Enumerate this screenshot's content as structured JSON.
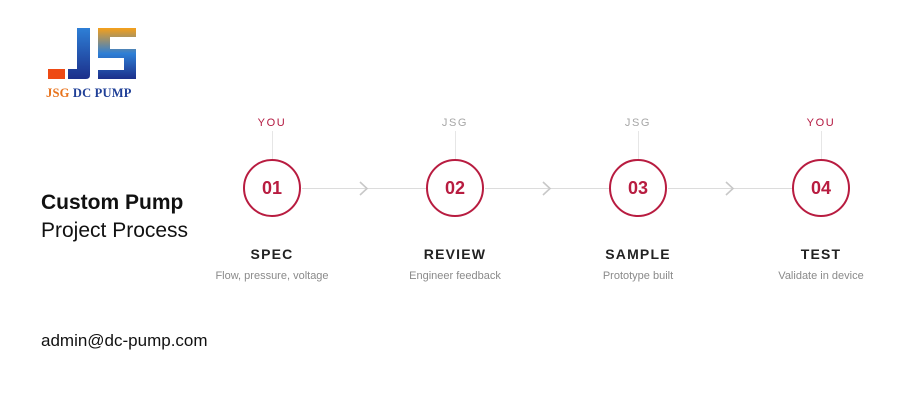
{
  "brand": {
    "logo_icon": "jsg-logo-mark",
    "name_part1": "JSG",
    "name_part2": "DC PUMP",
    "colors": {
      "orange": "#e8731c",
      "blue": "#1f3f97"
    }
  },
  "title": {
    "line1": "Custom Pump",
    "line2": "Project Process"
  },
  "contact": {
    "email": "admin@dc-pump.com"
  },
  "accent_color": "#b81c40",
  "steps": [
    {
      "owner": "YOU",
      "number": "01",
      "name": "SPEC",
      "desc": "Flow, pressure, voltage"
    },
    {
      "owner": "JSG",
      "number": "02",
      "name": "REVIEW",
      "desc": "Engineer feedback"
    },
    {
      "owner": "JSG",
      "number": "03",
      "name": "SAMPLE",
      "desc": "Prototype built"
    },
    {
      "owner": "YOU",
      "number": "04",
      "name": "TEST",
      "desc": "Validate in device"
    }
  ]
}
